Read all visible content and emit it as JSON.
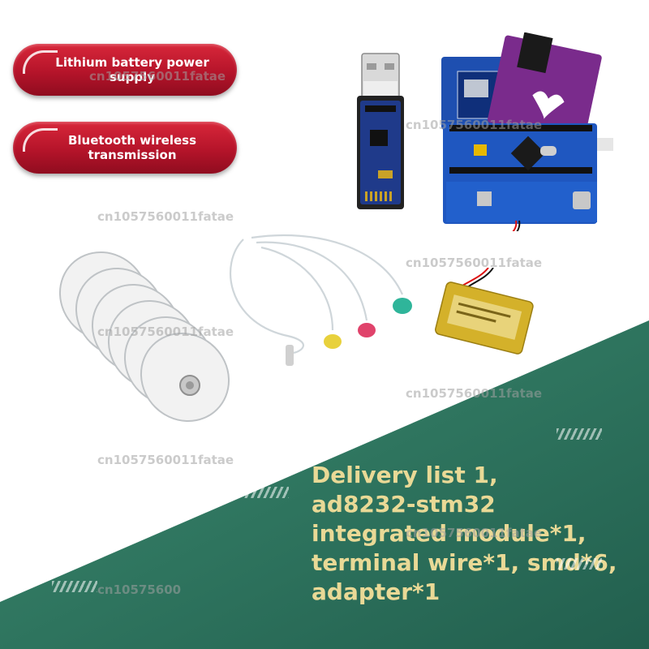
{
  "badges": [
    {
      "label": "Lithium battery power supply"
    },
    {
      "label": "Bluetooth wireless transmission"
    }
  ],
  "delivery_text": "Delivery list 1,\nad8232-stm32\nintegrated module*1,\nterminal wire*1, smd*6,\nadapter*1",
  "watermark": "cn1057560011fatae",
  "watermark_short": "cn10575600",
  "product_images": {
    "usb_adapter": "usb-dongle-image",
    "main_board": "stm32-ad8232-board-image",
    "battery": "lipo-battery-image",
    "lead_wire": "ecg-lead-wire-image",
    "electrodes": "ecg-electrode-pads-image"
  },
  "colors": {
    "badge_red": "#b5142a",
    "band_green": "#2f7a63",
    "text_gold": "#e9d996"
  }
}
